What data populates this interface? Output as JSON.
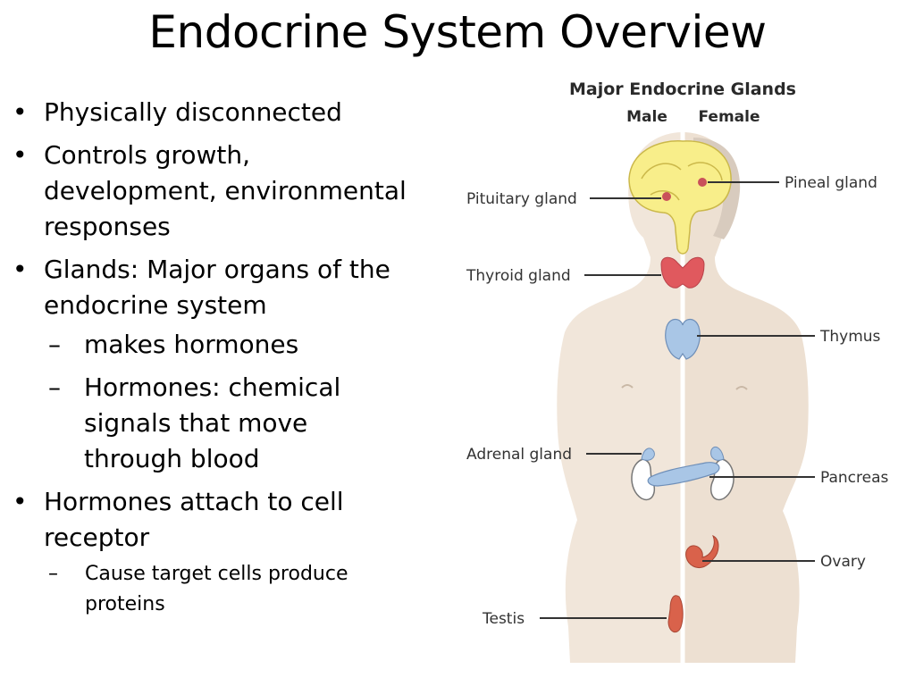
{
  "slide": {
    "title": "Endocrine System Overview"
  },
  "bullets": [
    {
      "marker": "•",
      "text": "Physically disconnected"
    },
    {
      "marker": "•",
      "text": "Controls growth, development, environmental responses"
    },
    {
      "marker": "•",
      "text": "Glands: Major organs of the endocrine system",
      "sub": [
        {
          "marker": "–",
          "text": "makes hormones"
        },
        {
          "marker": "–",
          "text": "Hormones: chemical signals that move through blood"
        }
      ]
    },
    {
      "marker": "•",
      "text": "Hormones attach to cell receptor",
      "sub": [
        {
          "marker": "–",
          "text": "Cause target cells produce proteins"
        }
      ]
    }
  ],
  "diagram": {
    "title": "Major Endocrine Glands",
    "male_label": "Male",
    "female_label": "Female",
    "labels": {
      "pituitary": "Pituitary gland",
      "pineal": "Pineal gland",
      "thyroid": "Thyroid gland",
      "thymus": "Thymus",
      "adrenal": "Adrenal gland",
      "pancreas": "Pancreas",
      "ovary": "Ovary",
      "testis": "Testis"
    },
    "colors": {
      "skin_male": "#f1e6da",
      "skin_female": "#ede0d2",
      "brain": "#f8ee8a",
      "thyroid": "#e0595e",
      "thymus": "#a9c6e6",
      "pancreas": "#a9c6e6",
      "ovary": "#d9624b",
      "testis": "#d9624b"
    }
  }
}
